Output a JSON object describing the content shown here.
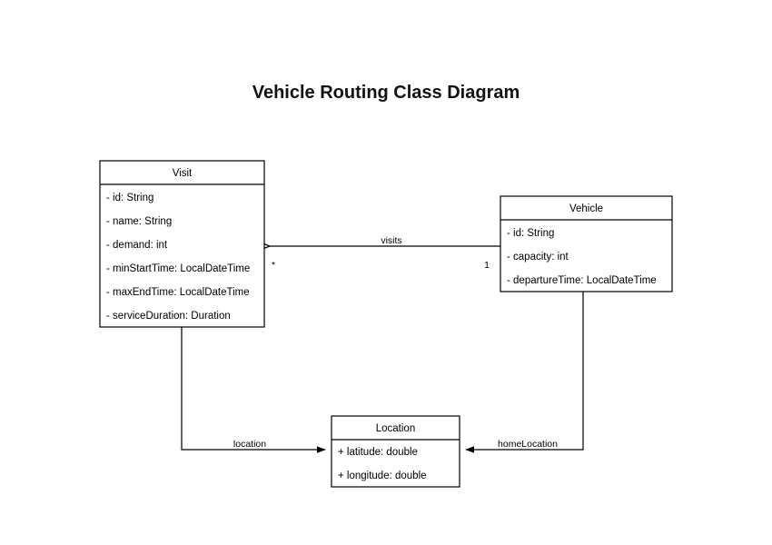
{
  "page": {
    "title": "Vehicle Routing Class Diagram",
    "background_color": "#ffffff",
    "stroke_color": "#000000",
    "text_color": "#000000"
  },
  "classes": [
    {
      "id": "visit",
      "name": "Visit",
      "attributes": [
        "- id: String",
        "- name: String",
        "- demand: int",
        "- minStartTime: LocalDateTime",
        "- maxEndTime: LocalDateTime",
        "- serviceDuration: Duration"
      ]
    },
    {
      "id": "vehicle",
      "name": "Vehicle",
      "attributes": [
        "- id: String",
        "- capacity: int",
        "- departureTime: LocalDateTime"
      ]
    },
    {
      "id": "location",
      "name": "Location",
      "attributes": [
        "+ latitude: double",
        "+ longitude: double"
      ]
    }
  ],
  "relationships": [
    {
      "id": "visits",
      "label": "visits",
      "from": "Vehicle",
      "to": "Visit",
      "source_multiplicity": "1",
      "target_multiplicity": "*"
    },
    {
      "id": "location",
      "label": "location",
      "from": "Visit",
      "to": "Location",
      "source_multiplicity": "",
      "target_multiplicity": ""
    },
    {
      "id": "home-location",
      "label": "homeLocation",
      "from": "Vehicle",
      "to": "Location",
      "source_multiplicity": "",
      "target_multiplicity": ""
    }
  ]
}
